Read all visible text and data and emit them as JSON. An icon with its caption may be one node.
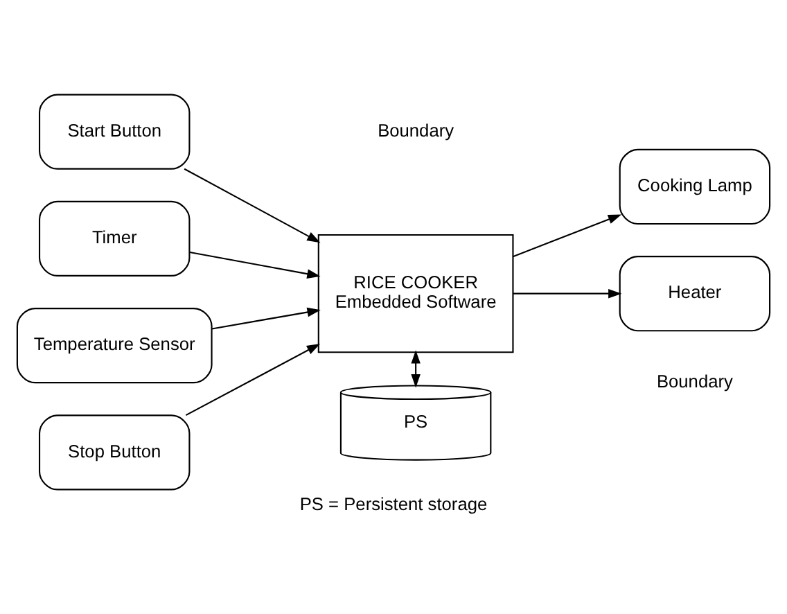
{
  "diagram": {
    "caption": "PS = Persistent storage",
    "nodes": [
      {
        "text": [
          "Start Button"
        ]
      },
      {
        "text": [
          "Timer"
        ]
      },
      {
        "text": [
          "Temperature Sensor"
        ]
      },
      {
        "text": [
          "Stop Button"
        ]
      },
      {
        "text": [
          "RICE COOKER",
          "Embedded Software"
        ]
      },
      {
        "text": [
          "PS"
        ]
      },
      {
        "text": [
          "Cooking Lamp"
        ]
      },
      {
        "text": [
          "Heater"
        ]
      }
    ],
    "edges": [
      {
        "from": 0,
        "to": 4,
        "arrow": "to"
      },
      {
        "from": 1,
        "to": 4,
        "arrow": "to"
      },
      {
        "from": 2,
        "to": 4,
        "arrow": "to"
      },
      {
        "from": 3,
        "to": 4,
        "arrow": "to"
      },
      {
        "from": 4,
        "to": 5,
        "arrow": "both"
      },
      {
        "from": 4,
        "to": 6,
        "arrow": "to"
      },
      {
        "from": 4,
        "to": 7,
        "arrow": "to"
      }
    ],
    "labels": [
      "Boundary",
      "Boundary"
    ]
  }
}
